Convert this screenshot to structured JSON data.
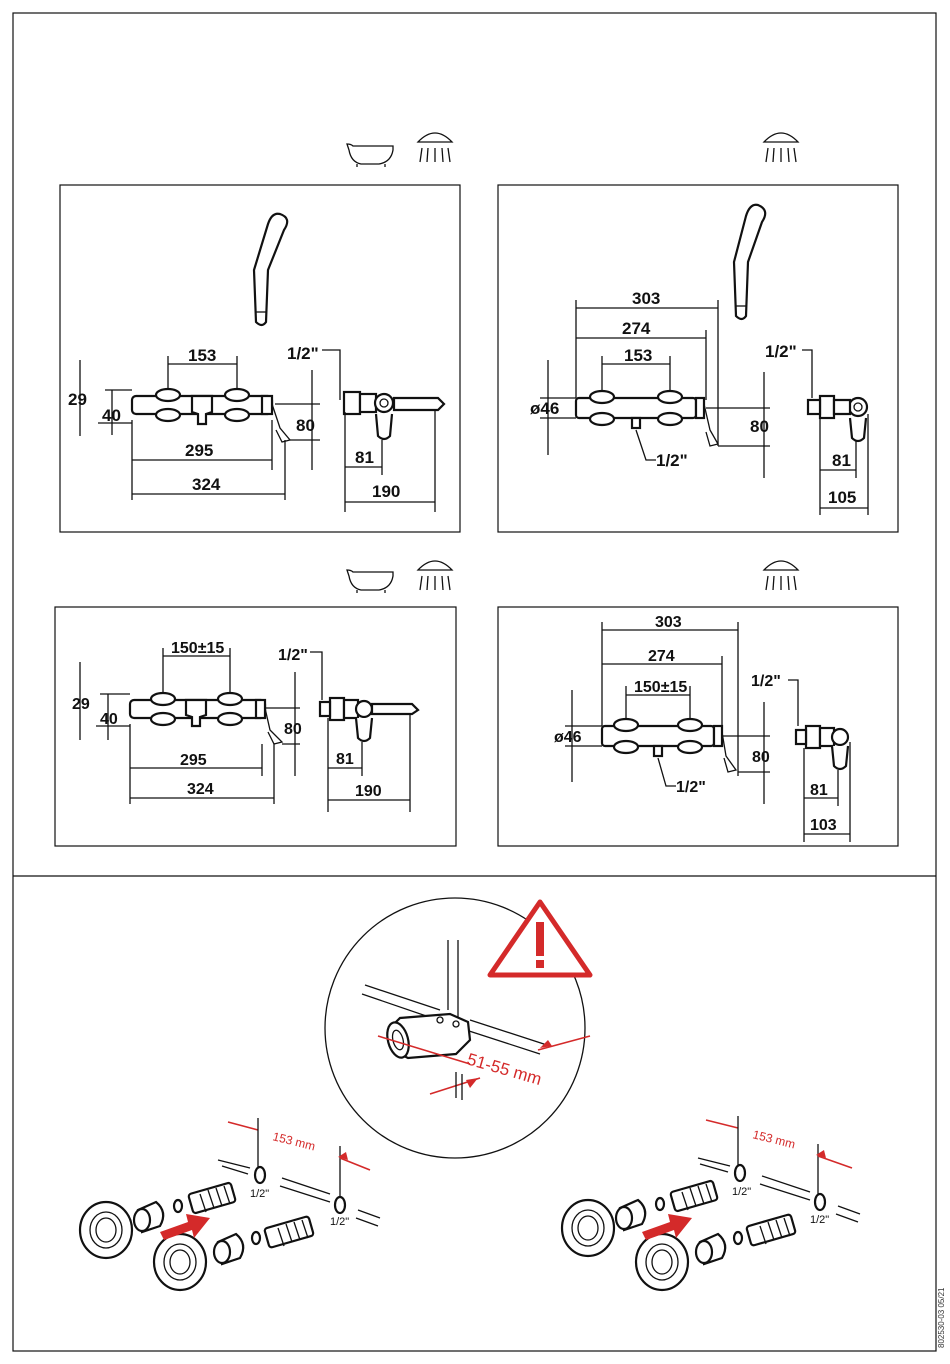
{
  "panels": [
    {
      "id": "bath-shower-46",
      "icons": [
        "bathtub-icon",
        "shower-head-icon"
      ],
      "labels": {
        "centers": "153",
        "height": "29",
        "depth": "40",
        "body": "295",
        "overall": "324",
        "outlet": "80",
        "thread": "1/2\"",
        "side_a": "81",
        "side_b": "190"
      }
    },
    {
      "id": "shower-46",
      "icons": [
        "shower-head-icon"
      ],
      "labels": {
        "total": "303",
        "body": "274",
        "centers": "153",
        "dia": "ø46",
        "outlet": "80",
        "thread_top": "1/2\"",
        "thread_bottom": "1/2\"",
        "side_a": "81",
        "side_b": "105"
      }
    },
    {
      "id": "bath-shower-adj",
      "icons": [
        "bathtub-icon",
        "shower-head-icon"
      ],
      "labels": {
        "centers": "150±15",
        "height": "29",
        "depth": "40",
        "body": "295",
        "overall": "324",
        "outlet": "80",
        "thread": "1/2\"",
        "side_a": "81",
        "side_b": "190"
      }
    },
    {
      "id": "shower-adj",
      "icons": [
        "shower-head-icon"
      ],
      "labels": {
        "total": "303",
        "body": "274",
        "centers": "150±15",
        "dia": "ø46",
        "outlet": "80",
        "thread_top": "1/2\"",
        "thread_bottom": "1/2\"",
        "side_a": "81",
        "side_b": "103"
      }
    }
  ],
  "install": {
    "warning_icon": "warning-triangle-icon",
    "depth_label": "51-55 mm",
    "left_spacing": "153 mm",
    "right_spacing": "153 mm",
    "thread_label": "1/2\"",
    "arrow_color": "#d42a2a"
  },
  "doc_id": "802530-03 05/21"
}
